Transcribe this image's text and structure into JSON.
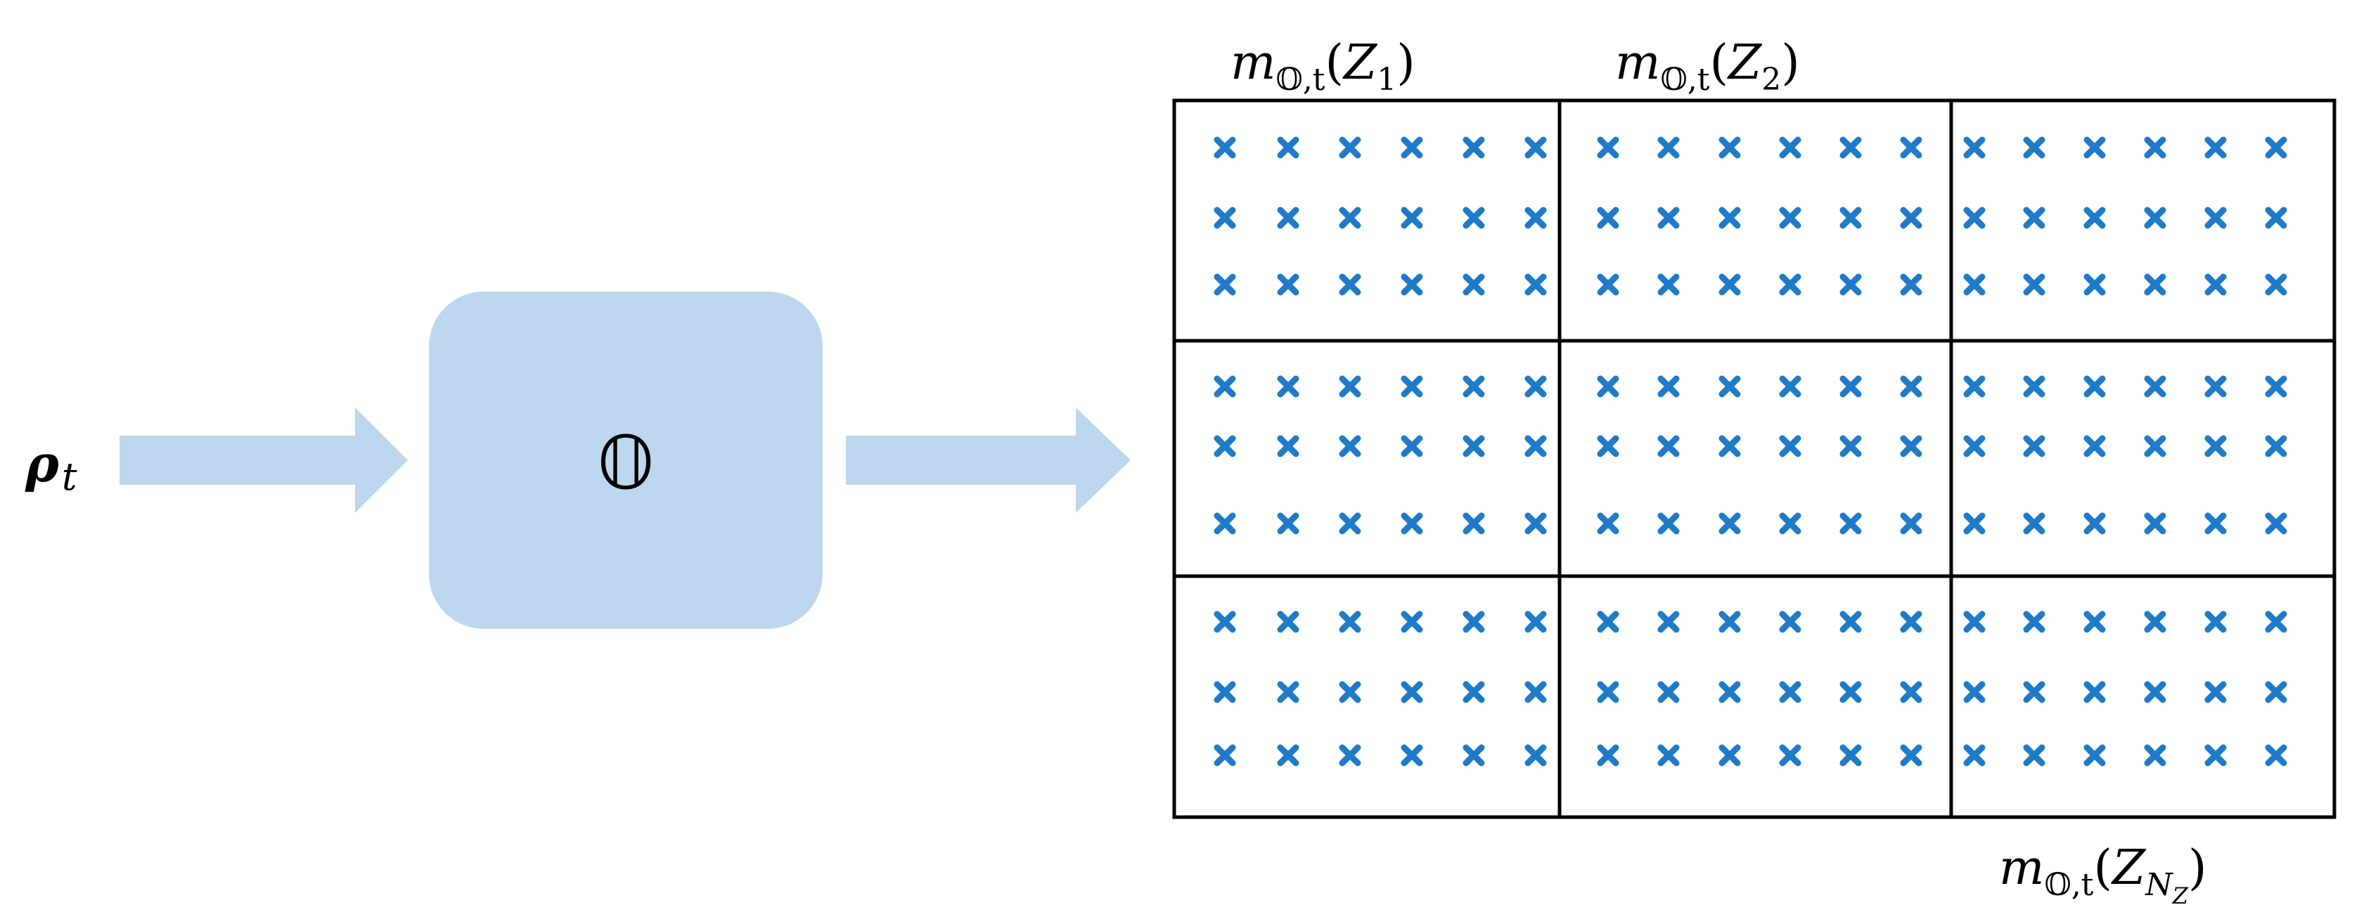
{
  "colors": {
    "flow": "#bdd7ee",
    "marker": "#1f7bc8",
    "grid_line": "#000000",
    "text": "#000000",
    "background": "#ffffff"
  },
  "input": {
    "symbol": "ρ",
    "subscript": "t"
  },
  "operator": {
    "symbol": "𝕆"
  },
  "zone_labels": [
    {
      "zone": "1",
      "func": "m",
      "sub": "𝕆,t",
      "arg_var": "Z",
      "arg_sub": "1",
      "arg_subsub": ""
    },
    {
      "zone": "2",
      "func": "m",
      "sub": "𝕆,t",
      "arg_var": "Z",
      "arg_sub": "2",
      "arg_subsub": ""
    },
    {
      "zone": "N_Z",
      "func": "m",
      "sub": "𝕆,t",
      "arg_var": "Z",
      "arg_sub": "N",
      "arg_subsub": "Z"
    }
  ],
  "grid": {
    "zone_rows": 3,
    "zone_cols": 3,
    "markers_per_zone_rows": 3,
    "markers_per_zone_cols": 6,
    "marker": "×"
  }
}
